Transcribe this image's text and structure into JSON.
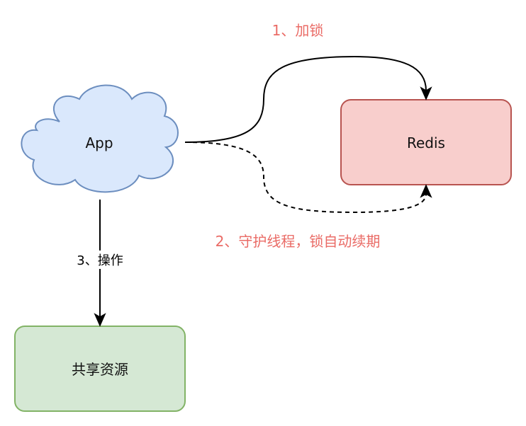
{
  "nodes": {
    "app": {
      "label": "App",
      "fill": "#dae8fc",
      "stroke": "#6c8ebf"
    },
    "redis": {
      "label": "Redis",
      "fill": "#f8cecc",
      "stroke": "#b85450"
    },
    "shared_resource": {
      "label": "共享资源",
      "fill": "#d5e8d4",
      "stroke": "#82b366"
    }
  },
  "edges": {
    "lock": {
      "label": "1、加锁",
      "label_color": "#ea6b66",
      "style": "solid"
    },
    "watchdog": {
      "label": "2、守护线程，锁自动续期",
      "label_color": "#ea6b66",
      "style": "dashed"
    },
    "operate": {
      "label": "3、操作",
      "label_color": "#000000",
      "style": "solid"
    }
  }
}
